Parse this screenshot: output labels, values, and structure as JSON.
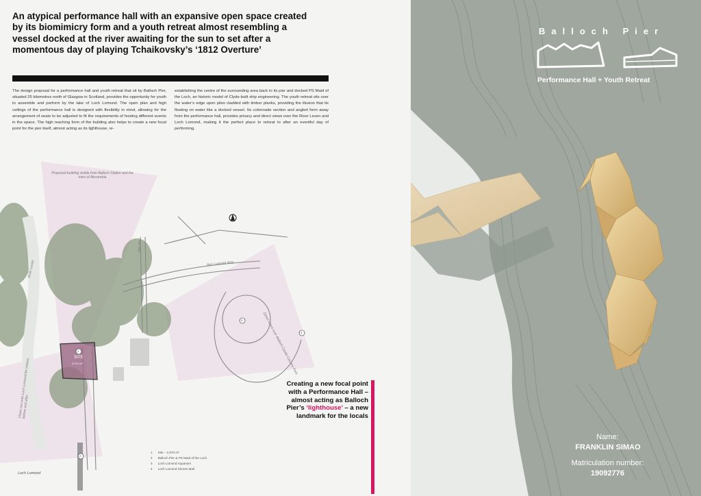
{
  "headline": "An atypical performance hall with an expansive open space created by its biomimicry form and a youth retreat almost resembling a vessel docked at the river awaiting for the sun to set after a momentous day of playing Tchaikovsky’s ‘1812 Overture’",
  "body": {
    "col1": "The design proposal for a performance hall and youth retreat that sit by Balloch Pier, situated 25 kilometres north of Glasgow in Scotland, provides the opportunity for youth to assemble and perform by the lake of Loch Lomond. The open plan and high ceilings of the performance hall is designed with flexibility in mind, allowing for the arrangement of seats to be adjusted to fit the requirements of hosting different events in the space. The high reaching form of the building also helps to create a new focal point for the pier itself, almost acting as its lighthouse, re-",
    "col2": "establishing the centre of the surrounding area back to its pier and docked PS Maid of the Loch, an historic model of Clyde-built ship engineering. The youth retreat sits over the water’s edge upon piles cladded with timber planks, providing the illusion that its floating on water like a docked vessel. Its colonnade section and angled form away from the performance hall, provides privacy and direct views over the River Leven and Loch Lomond, making it the perfect place to retreat to after an eventful day of performing."
  },
  "plan": {
    "view_note_top": "Proposed building visible from Balloch Station and the town of Alexandria",
    "view_note_right": "Direct views over Balloch Castle Country Park",
    "view_note_left": "Views out onto Loch Lomond for visitors before and after",
    "river_label": "River Leven",
    "pier_road_label": "Pier Rd",
    "road_label": "Ben Lomond Way",
    "site_label": "SITE",
    "site_area": "2,970 m²",
    "site_number": "1",
    "marker_2": "2",
    "marker_3": "3",
    "marker_4": "4",
    "loch_label": "Loch Lomond",
    "legend": [
      {
        "num": "1",
        "text": "Site – 2,970 m²"
      },
      {
        "num": "2",
        "text": "Balloch Pier & PS Maid of the Loch"
      },
      {
        "num": "3",
        "text": "Loch Lomond Aquarium"
      },
      {
        "num": "4",
        "text": "Loch Lomond Shores Mall"
      }
    ]
  },
  "callout": {
    "line1": "Creating a new focal point with a Performance Hall – almost acting as Balloch Pier’s",
    "highlight": "‘lighthouse’",
    "line2": "– a new landmark for the locals"
  },
  "logo": {
    "title": "Balloch Pier",
    "subtitle": "Performance Hall + Youth Retreat"
  },
  "credits": {
    "name_label": "Name:",
    "name": "FRANKLIN SIMAO",
    "matric_label": "Matriculation number:",
    "matric": "19092776"
  },
  "colors": {
    "accent": "#d6165f",
    "model_bg": "#9fa79f",
    "water": "#e8ebe8"
  }
}
